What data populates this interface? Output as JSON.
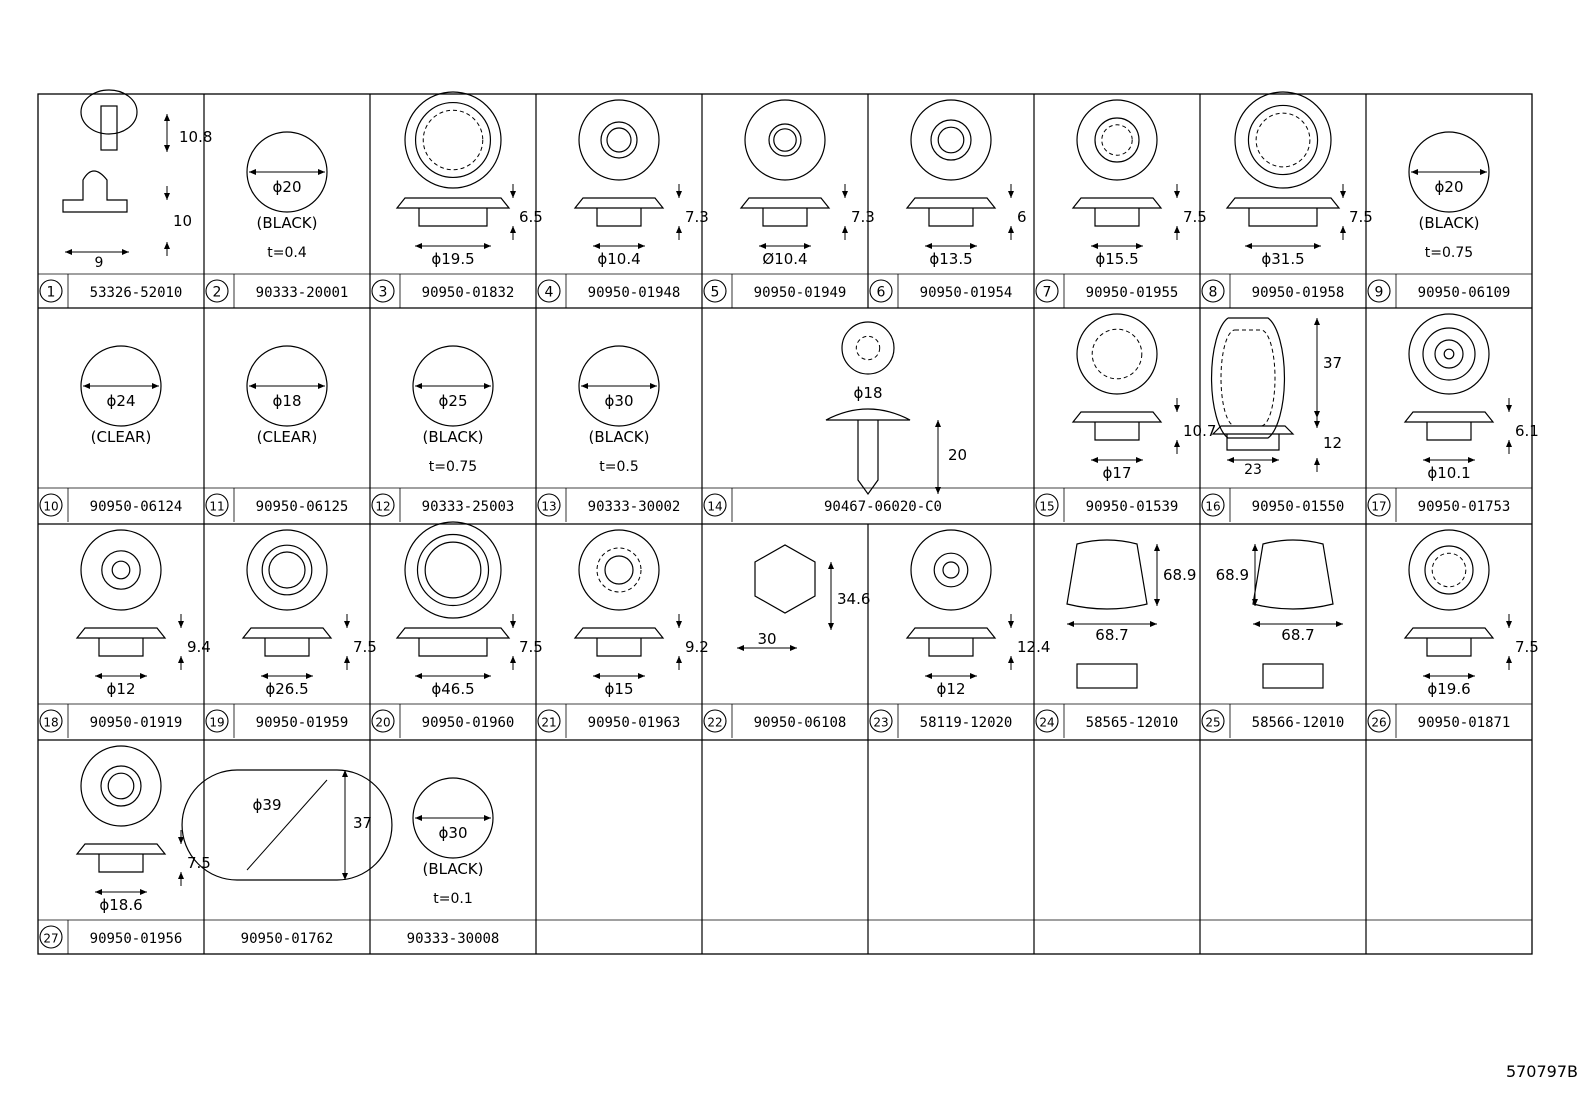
{
  "doc_id": "570797B",
  "parts": [
    {
      "num": "1",
      "part": "53326-52010",
      "dims": [
        "10.8",
        "10",
        "9"
      ]
    },
    {
      "num": "2",
      "part": "90333-20001",
      "dims": [
        "ϕ20"
      ],
      "color": "(BLACK)",
      "thickness": "t=0.4"
    },
    {
      "num": "3",
      "part": "90950-01832",
      "dims": [
        "6.5",
        "ϕ19.5"
      ]
    },
    {
      "num": "4",
      "part": "90950-01948",
      "dims": [
        "7.3",
        "ϕ10.4"
      ]
    },
    {
      "num": "5",
      "part": "90950-01949",
      "dims": [
        "7.3",
        "Ø10.4"
      ]
    },
    {
      "num": "6",
      "part": "90950-01954",
      "dims": [
        "6",
        "ϕ13.5"
      ]
    },
    {
      "num": "7",
      "part": "90950-01955",
      "dims": [
        "7.5",
        "ϕ15.5"
      ]
    },
    {
      "num": "8",
      "part": "90950-01958",
      "dims": [
        "7.5",
        "ϕ31.5"
      ]
    },
    {
      "num": "9",
      "part": "90950-06109",
      "dims": [
        "ϕ20"
      ],
      "color": "(BLACK)",
      "thickness": "t=0.75"
    },
    {
      "num": "10",
      "part": "90950-06124",
      "dims": [
        "ϕ24"
      ],
      "color": "(CLEAR)"
    },
    {
      "num": "11",
      "part": "90950-06125",
      "dims": [
        "ϕ18"
      ],
      "color": "(CLEAR)"
    },
    {
      "num": "12",
      "part": "90333-25003",
      "dims": [
        "ϕ25"
      ],
      "color": "(BLACK)",
      "thickness": "t=0.75"
    },
    {
      "num": "13",
      "part": "90333-30002",
      "dims": [
        "ϕ30"
      ],
      "color": "(BLACK)",
      "thickness": "t=0.5"
    },
    {
      "num": "14",
      "part": "90467-06020-C0",
      "dims": [
        "ϕ18",
        "20"
      ]
    },
    {
      "num": "15",
      "part": "90950-01539",
      "dims": [
        "10.7",
        "ϕ17"
      ]
    },
    {
      "num": "16",
      "part": "90950-01550",
      "dims": [
        "37",
        "12",
        "23"
      ]
    },
    {
      "num": "17",
      "part": "90950-01753",
      "dims": [
        "6.1",
        "ϕ10.1"
      ]
    },
    {
      "num": "18",
      "part": "90950-01919",
      "dims": [
        "9.4",
        "ϕ12"
      ]
    },
    {
      "num": "19",
      "part": "90950-01959",
      "dims": [
        "7.5",
        "ϕ26.5"
      ]
    },
    {
      "num": "20",
      "part": "90950-01960",
      "dims": [
        "7.5",
        "ϕ46.5"
      ]
    },
    {
      "num": "21",
      "part": "90950-01963",
      "dims": [
        "9.2",
        "ϕ15"
      ]
    },
    {
      "num": "22",
      "part": "90950-06108",
      "dims": [
        "34.6",
        "30"
      ]
    },
    {
      "num": "23",
      "part": "58119-12020",
      "dims": [
        "12.4",
        "ϕ12"
      ]
    },
    {
      "num": "24",
      "part": "58565-12010",
      "dims": [
        "68.9",
        "68.7"
      ]
    },
    {
      "num": "25",
      "part": "58566-12010",
      "dims": [
        "68.9",
        "68.7"
      ]
    },
    {
      "num": "26",
      "part": "90950-01871",
      "dims": [
        "7.5",
        "ϕ19.6"
      ]
    },
    {
      "num": "27",
      "part": "90950-01956",
      "dims": [
        "7.5",
        "ϕ18.6"
      ]
    },
    {
      "num": "",
      "part": "90950-01762",
      "dims": [
        "ϕ39",
        "37"
      ]
    },
    {
      "num": "",
      "part": "90333-30008",
      "dims": [
        "ϕ30"
      ],
      "color": "(BLACK)",
      "thickness": "t=0.1"
    }
  ]
}
